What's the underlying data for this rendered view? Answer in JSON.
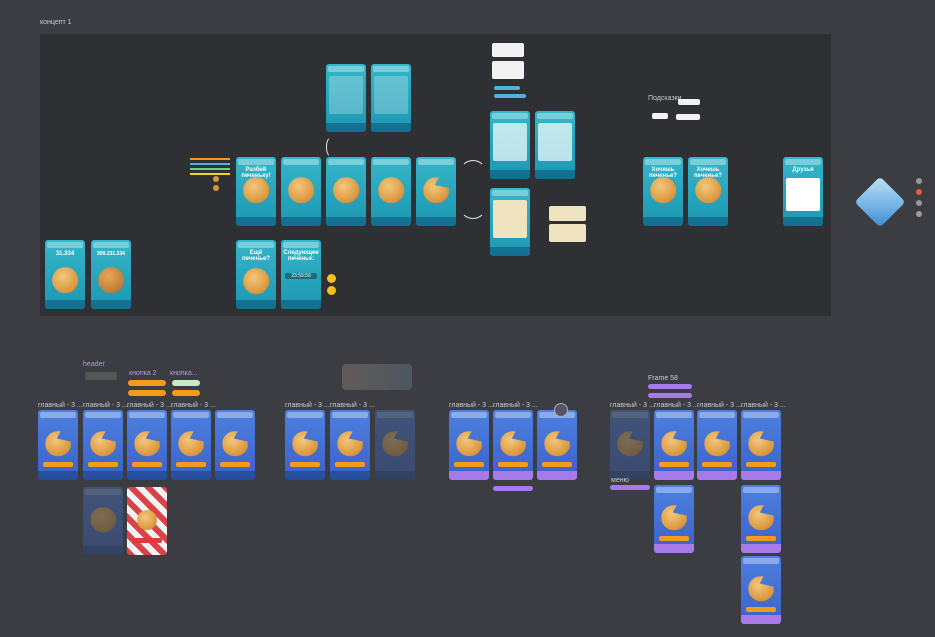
{
  "canvas": {
    "concept_label": "концепт 1",
    "hints_label": "Подсказки",
    "frame_label": "Frame 58",
    "menu_label": "меню"
  },
  "teal_screens": {
    "score_small": "31.334",
    "score_large": "999.231.334",
    "timer": "23:59:59",
    "want_cookie": "Хочешь печенье?",
    "welcome": "Разбей печеньку!",
    "more": "Ещё печенье?",
    "new_cookie": "Следующее печенье:",
    "friends_title": "Друзья"
  },
  "components": {
    "header": "header",
    "button2": "кнопка 2",
    "button_short": "кнопка..."
  },
  "frame_titles": {
    "main": "главный - 3 ..."
  },
  "colors": {
    "teal": "#23a6bf",
    "blue": "#4a78dc",
    "orange": "#f49b1e",
    "purple": "#a67ae8"
  }
}
